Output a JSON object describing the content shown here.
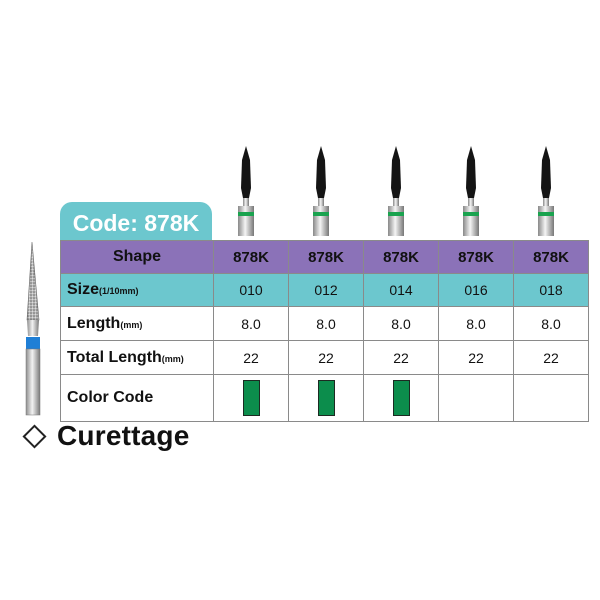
{
  "code_tab": {
    "label": "Code: 878K"
  },
  "table": {
    "shape_label": "Shape",
    "size_label": "Size",
    "size_unit": "(1/10mm)",
    "length_label": "Length",
    "length_unit": "(mm)",
    "total_length_label": "Total Length",
    "total_length_unit": "(mm)",
    "color_code_label": "Color Code",
    "columns": [
      {
        "shape": "878K",
        "size": "010",
        "length": "8.0",
        "total_length": "22",
        "has_color": true
      },
      {
        "shape": "878K",
        "size": "012",
        "length": "8.0",
        "total_length": "22",
        "has_color": true
      },
      {
        "shape": "878K",
        "size": "014",
        "length": "8.0",
        "total_length": "22",
        "has_color": true
      },
      {
        "shape": "878K",
        "size": "016",
        "length": "8.0",
        "total_length": "22",
        "has_color": false
      },
      {
        "shape": "878K",
        "size": "018",
        "length": "8.0",
        "total_length": "22",
        "has_color": false
      }
    ]
  },
  "heading": {
    "label": "Curettage"
  },
  "colors": {
    "tab": "#6cc7ce",
    "shape_row": "#8b72b8",
    "size_row": "#6cc7ce",
    "color_code": "#0c8d4c",
    "band_blue": "#1f7fd6"
  }
}
